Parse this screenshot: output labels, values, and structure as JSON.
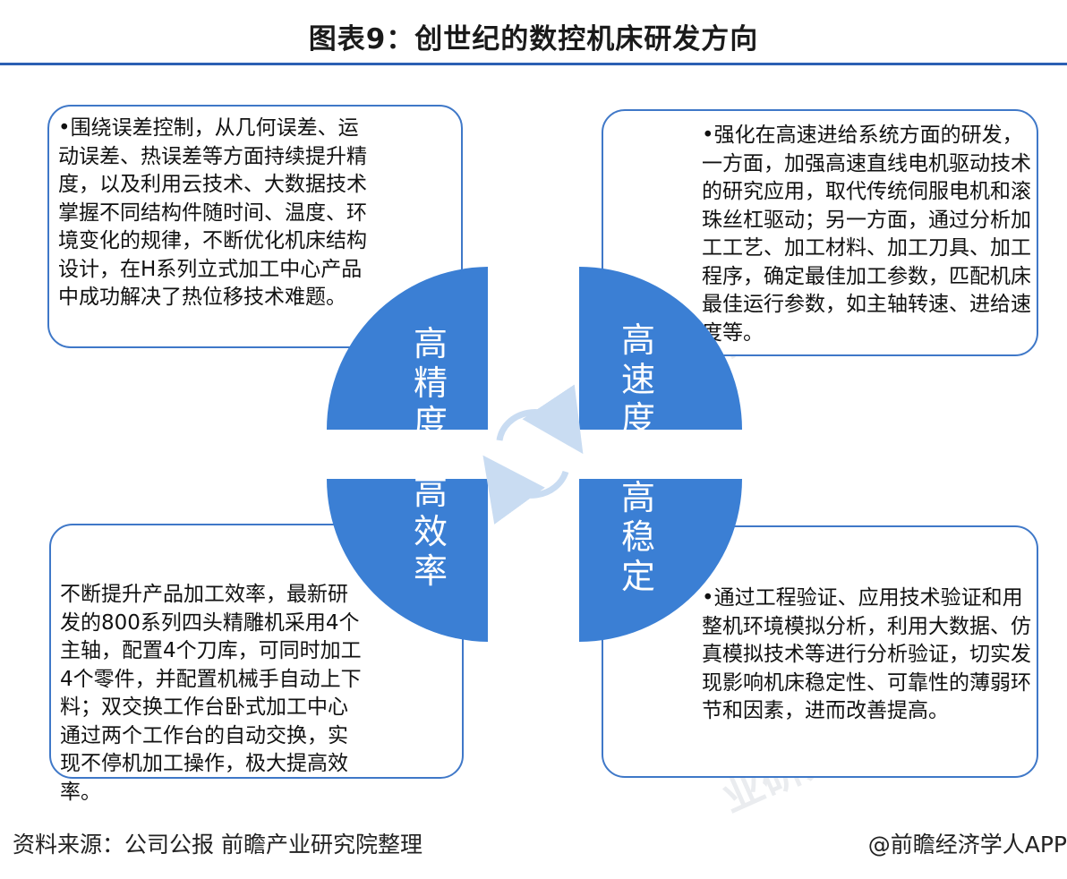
{
  "title": "图表9：创世纪的数控机床研发方向",
  "quadrants": {
    "tl": {
      "label": "高精度",
      "text": "•围绕误差控制，从几何误差、运动误差、热误差等方面持续提升精度，以及利用云技术、大数据技术掌握不同结构件随时间、温度、环境变化的规律，不断优化机床结构设计，在H系列立式加工中心产品中成功解决了热位移技术难题。"
    },
    "tr": {
      "label": "高速度",
      "text": "•强化在高速进给系统方面的研发，一方面，加强高速直线电机驱动技术的研究应用，取代传统伺服电机和滚珠丝杠驱动；另一方面，通过分析加工工艺、加工材料、加工刀具、加工程序，确定最佳加工参数，匹配机床最佳运行参数，如主轴转速、进给速度等。"
    },
    "bl": {
      "label": "高效率",
      "text": "不断提升产品加工效率，最新研发的800系列四头精雕机采用4个主轴，配置4个刀库，可同时加工4个零件，并配置机械手自动上下料；双交换工作台卧式加工中心通过两个工作台的自动交换，实现不停机加工操作，极大提高效率。"
    },
    "br": {
      "label": "高稳定",
      "text": "•通过工程验证、应用技术验证和用整机环境模拟分析，利用大数据、仿真模拟技术等进行分析验证，切实发现影响机床稳定性、可靠性的薄弱环节和因素，进而改善提高。"
    }
  },
  "footer": {
    "source": "资料来源：公司公报  前瞻产业研究院整理",
    "credit": "@前瞻经济学人APP"
  },
  "colors": {
    "quadrant": "#3b7fd4",
    "border": "#3f78c8",
    "rule": "#2b5fb3",
    "cycle": "#c9dcf2"
  }
}
